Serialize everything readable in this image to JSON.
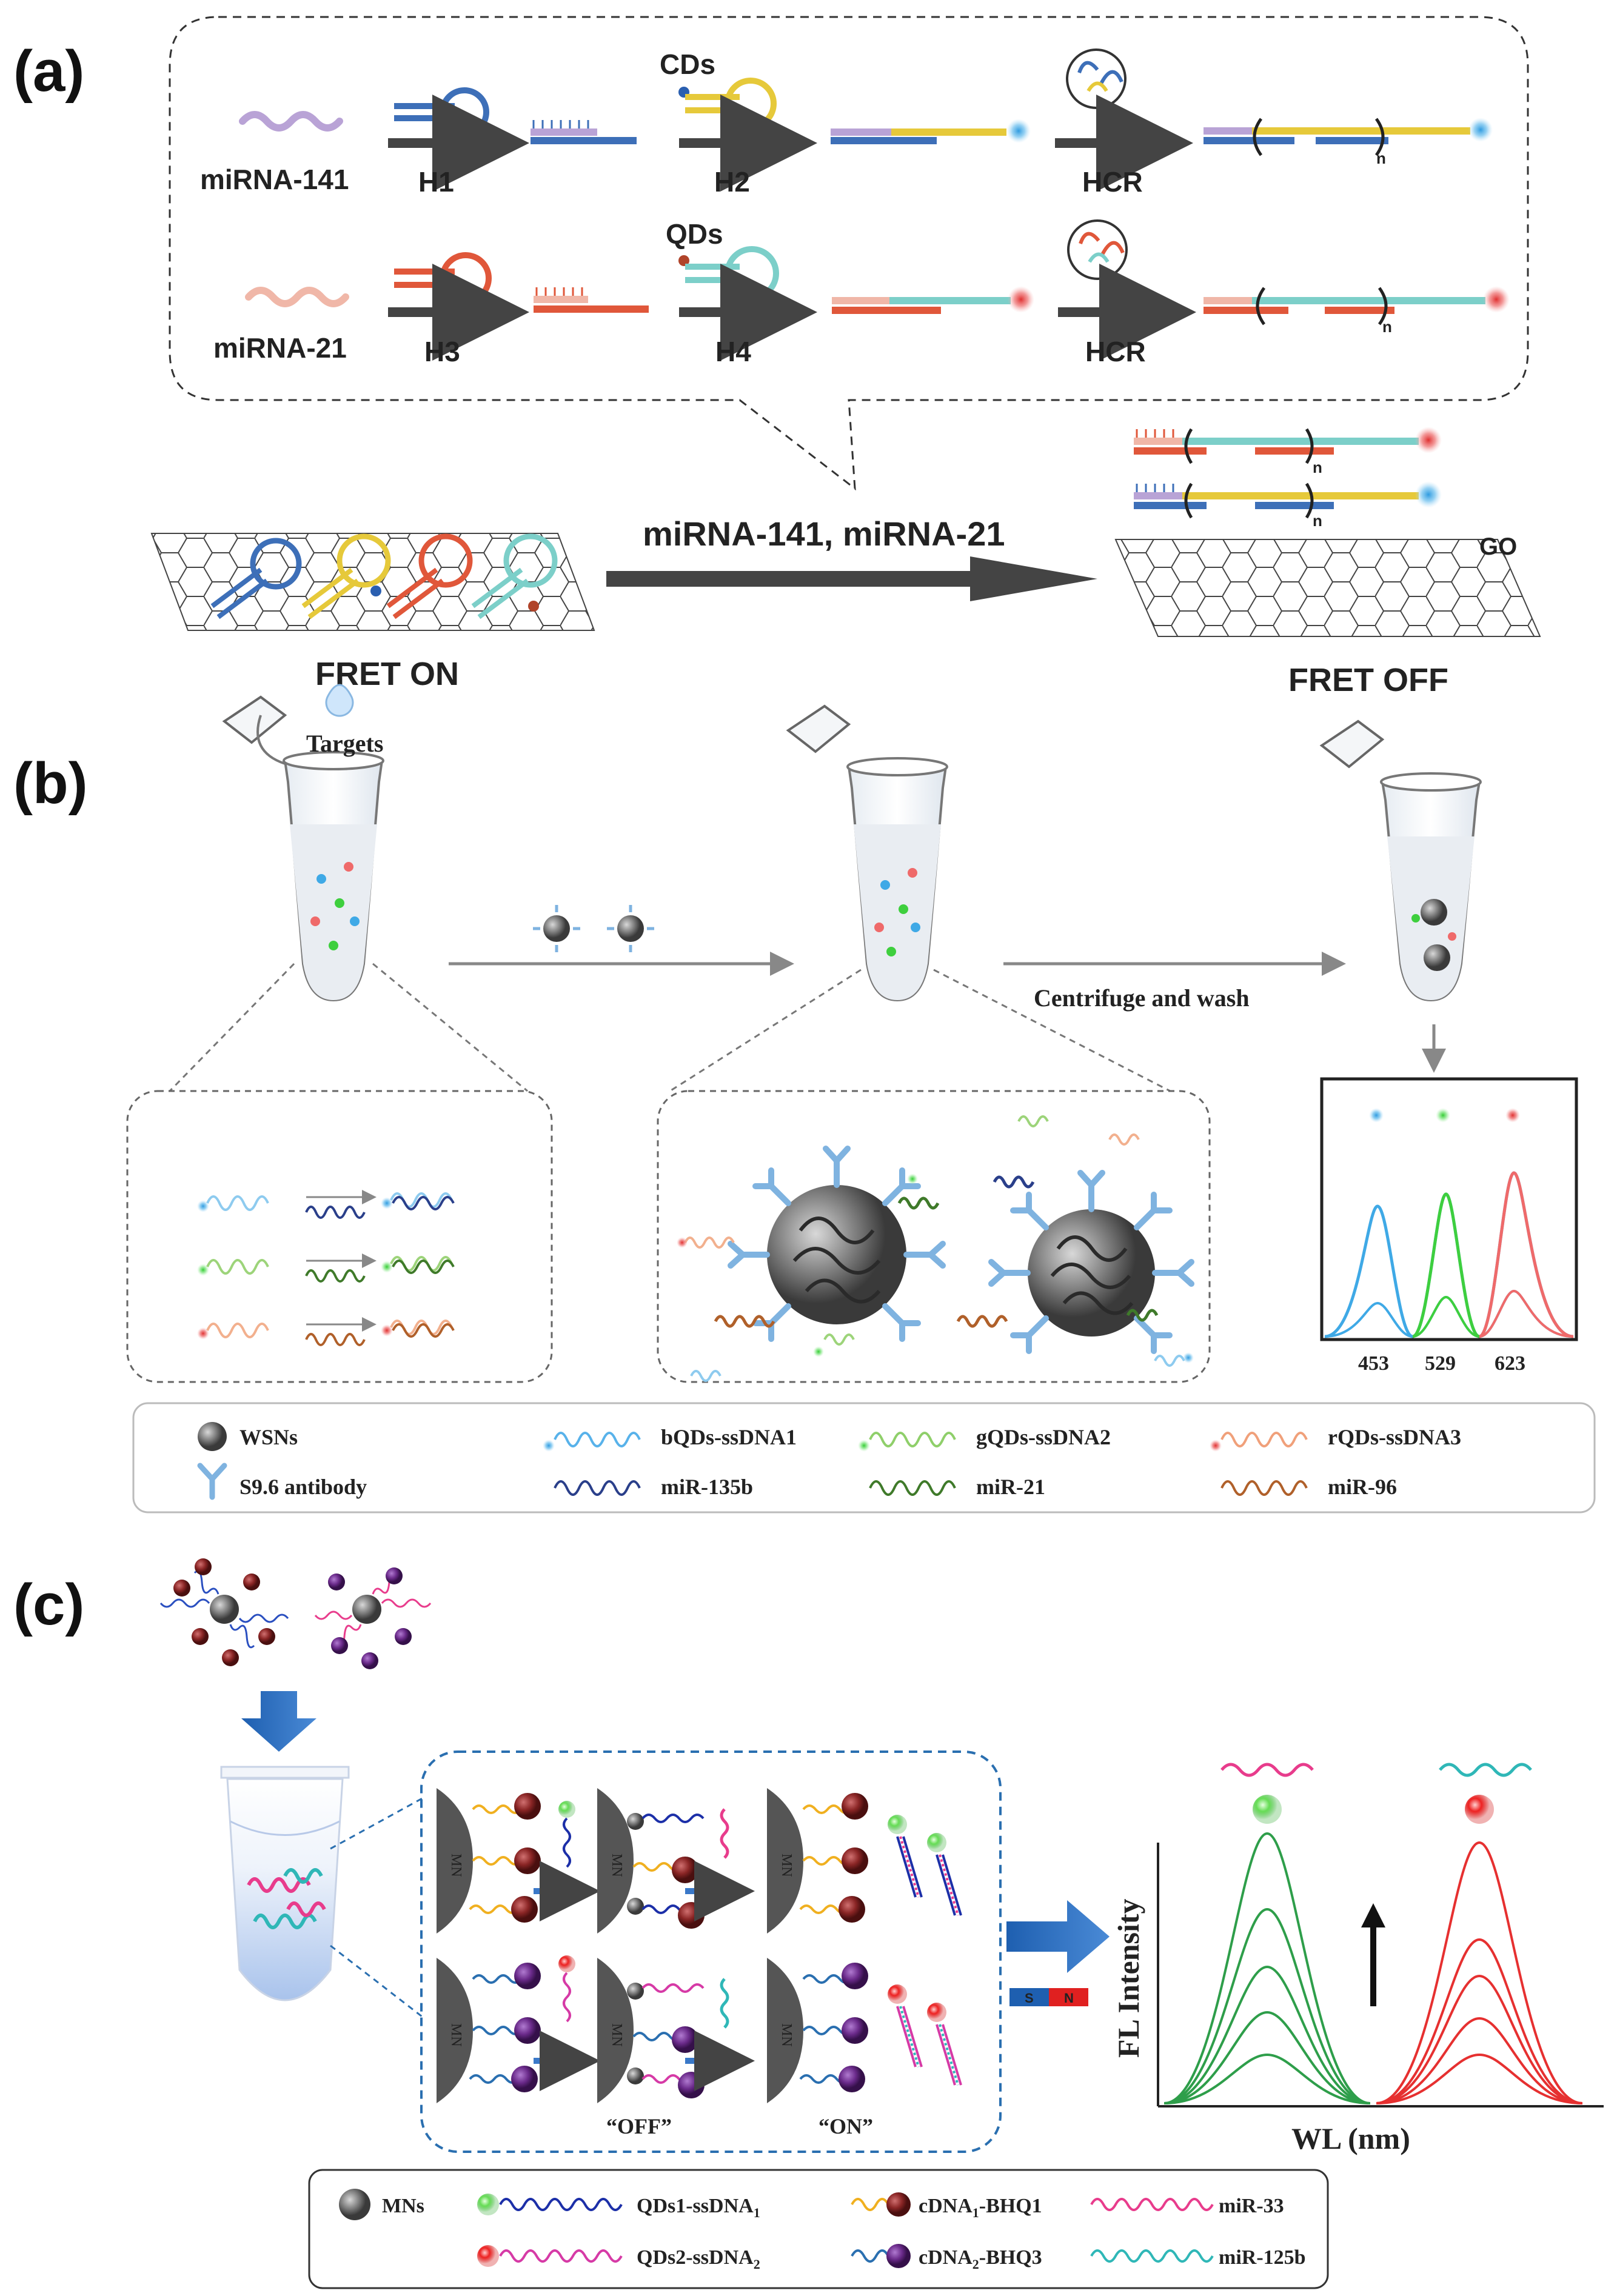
{
  "panels": {
    "a": "(a)",
    "b": "(b)",
    "c": "(c)"
  },
  "panel_a": {
    "targets": [
      "miRNA-141",
      "miRNA-21"
    ],
    "hairpins": [
      "H1",
      "H2",
      "H3",
      "H4"
    ],
    "tags": [
      "CDs",
      "QDs"
    ],
    "hcr": "HCR",
    "sub_n": "n",
    "big_arrow": "miRNA-141, miRNA-21",
    "go": "GO",
    "fret_on": "FRET ON",
    "fret_off": "FRET OFF"
  },
  "panel_b": {
    "targets": "Targets",
    "centrifuge": "Centrifuge and wash",
    "spectrum_ticks": [
      "453",
      "529",
      "623"
    ],
    "legend": [
      {
        "text": "WSNs",
        "kind": "wsn"
      },
      {
        "text": "bQDs-ssDNA1",
        "kind": "probe",
        "color": "#58b2ea",
        "dot": "#2f9be0"
      },
      {
        "text": "gQDs-ssDNA2",
        "kind": "probe",
        "color": "#8fcf6a",
        "dot": "#33cc33"
      },
      {
        "text": "rQDs-ssDNA3",
        "kind": "probe",
        "color": "#f0a07a",
        "dot": "#ee4444"
      },
      {
        "text": "S9.6 antibody",
        "kind": "antibody"
      },
      {
        "text": "miR-135b",
        "kind": "strand",
        "color": "#2a3f8a"
      },
      {
        "text": "miR-21",
        "kind": "strand",
        "color": "#3f7a2a"
      },
      {
        "text": "miR-96",
        "kind": "strand",
        "color": "#b0602a"
      }
    ],
    "colors": {
      "blue": "#3fa9e6",
      "green": "#3ecf3e",
      "red": "#ef6a6a"
    }
  },
  "panel_c": {
    "off": "“OFF”",
    "on": "“ON”",
    "mn": "MN",
    "magnet": [
      "S",
      "N"
    ],
    "ylabel": "FL Intensity",
    "xlabel": "WL (nm)",
    "legend": [
      {
        "text": "MNs",
        "kind": "mn"
      },
      {
        "text": "QDs1-ssDNA",
        "sub": "1",
        "kind": "qd",
        "color": "#1c2fa8",
        "dot": "#44cc44"
      },
      {
        "text": "cDNA",
        "sub": "1",
        "tail": "-BHQ1",
        "kind": "bhq",
        "color": "#f0b020",
        "dot": "#9a2b2b"
      },
      {
        "text": "miR-33",
        "kind": "strand",
        "color": "#e83c8c"
      },
      {
        "text": "QDs2-ssDNA",
        "sub": "2",
        "kind": "qd",
        "color": "#d63aa6",
        "dot": "#e02020"
      },
      {
        "text": "cDNA",
        "sub": "2",
        "tail": "-BHQ3",
        "kind": "bhq",
        "color": "#2a6fb0",
        "dot": "#6a2a8a"
      },
      {
        "text": "miR-125b",
        "kind": "strand",
        "color": "#2fb7b7"
      }
    ],
    "colors": {
      "green": "#2e9e4a",
      "red": "#e63030"
    }
  }
}
